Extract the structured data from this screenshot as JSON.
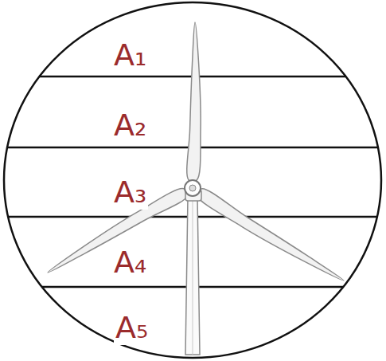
{
  "diagram": {
    "labels": [
      "A₁",
      "A₂",
      "A₃",
      "A₄",
      "A₅"
    ]
  }
}
